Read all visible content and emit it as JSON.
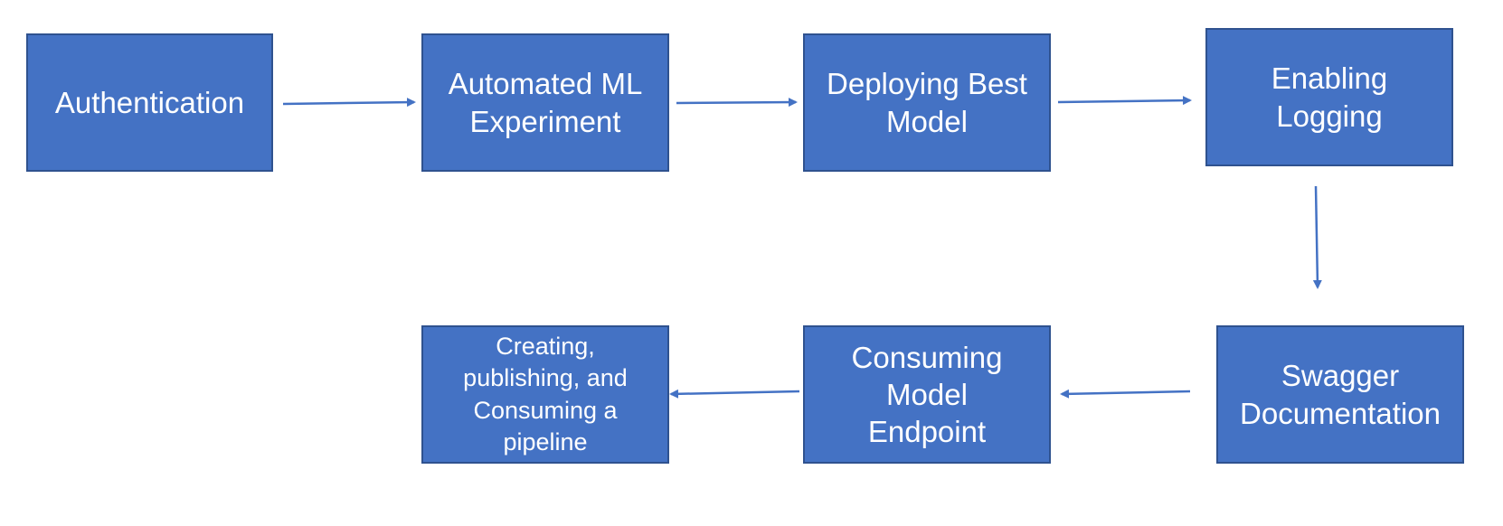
{
  "colors": {
    "box_fill": "#4472c4",
    "box_border": "#2f528f",
    "arrow": "#4472c4",
    "text": "#ffffff"
  },
  "steps": [
    {
      "label": "Authentication"
    },
    {
      "label": "Automated ML Experiment"
    },
    {
      "label": "Deploying Best Model"
    },
    {
      "label": "Enabling Logging"
    },
    {
      "label": "Swagger Documentation"
    },
    {
      "label": "Consuming Model Endpoint"
    },
    {
      "label": "Creating, publishing, and Consuming a pipeline"
    }
  ]
}
